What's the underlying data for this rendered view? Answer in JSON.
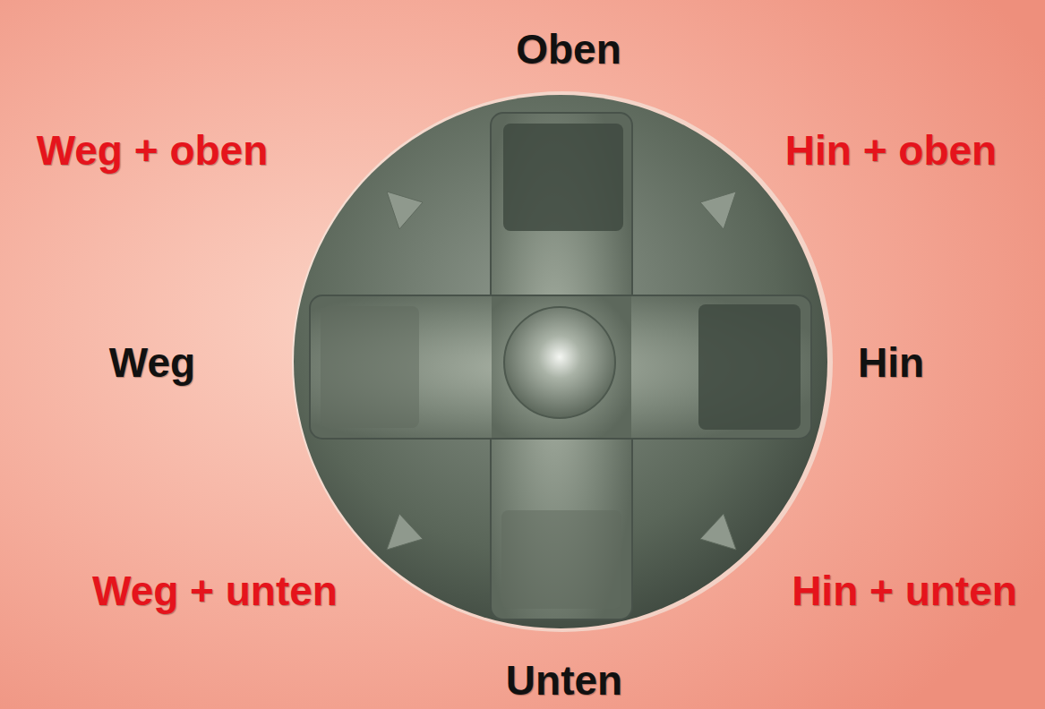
{
  "diagram": {
    "labels": [
      "Oben",
      "Weg + oben",
      "Hin + oben",
      "Weg",
      "Hin",
      "Weg + unten",
      "Hin + unten",
      "Unten"
    ]
  }
}
